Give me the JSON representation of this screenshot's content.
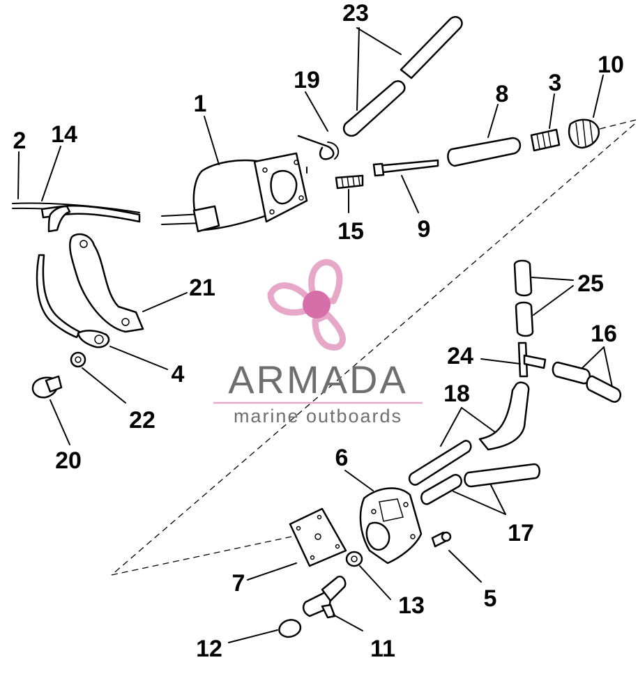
{
  "watermark": {
    "brand": "ARMADA",
    "tagline": "marine outboards",
    "color_accent": "#e7a7c9",
    "color_center": "#d66fa9",
    "color_text": "#6e6e6e"
  },
  "labels": {
    "p1": "1",
    "p2": "2",
    "p3": "3",
    "p4": "4",
    "p5": "5",
    "p6": "6",
    "p7": "7",
    "p8": "8",
    "p9": "9",
    "p10": "10",
    "p11": "11",
    "p12": "12",
    "p13": "13",
    "p14": "14",
    "p15": "15",
    "p16": "16",
    "p17": "17",
    "p18": "18",
    "p19": "19",
    "p20": "20",
    "p21": "21",
    "p22": "22",
    "p23": "23",
    "p24": "24",
    "p25": "25"
  }
}
